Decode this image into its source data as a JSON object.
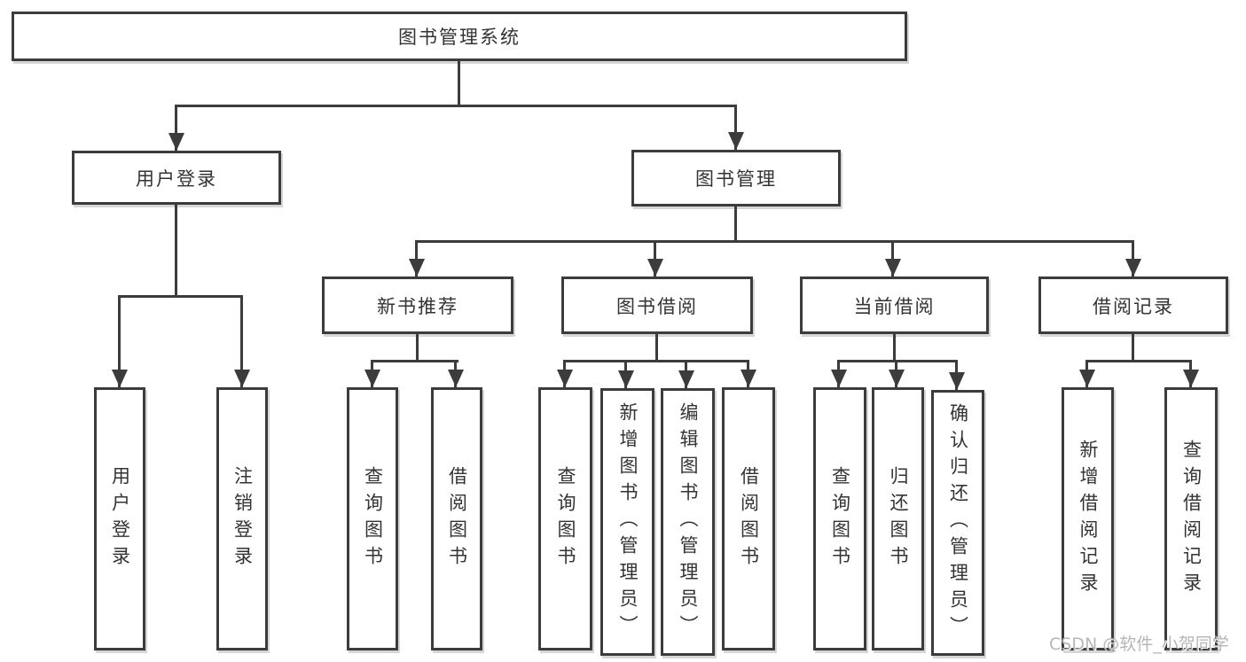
{
  "tree": {
    "root": {
      "label": "图书管理系统"
    },
    "branches": [
      {
        "label": "用户登录",
        "children": [
          {
            "label": "用户登录"
          },
          {
            "label": "注销登录"
          }
        ]
      },
      {
        "label": "图书管理",
        "children": [
          {
            "label": "新书推荐",
            "children": [
              {
                "label": "查询图书"
              },
              {
                "label": "借阅图书"
              }
            ]
          },
          {
            "label": "图书借阅",
            "children": [
              {
                "label": "查询图书"
              },
              {
                "label": "新增图书（管理员）"
              },
              {
                "label": "编辑图书（管理员）"
              },
              {
                "label": "借阅图书"
              }
            ]
          },
          {
            "label": "当前借阅",
            "children": [
              {
                "label": "查询图书"
              },
              {
                "label": "归还图书"
              },
              {
                "label": "确认归还（管理员）"
              }
            ]
          },
          {
            "label": "借阅记录",
            "children": [
              {
                "label": "新增借阅记录"
              },
              {
                "label": "查询借阅记录"
              }
            ]
          }
        ]
      }
    ]
  },
  "watermark": "CSDN @软件_小贺同学",
  "colors": {
    "line": "#3c3c3c",
    "box_border": "#3c3c3c",
    "box_background": "#ffffff",
    "text": "#333333",
    "watermark_text": "#b2b2b2",
    "background": "#ffffff"
  }
}
